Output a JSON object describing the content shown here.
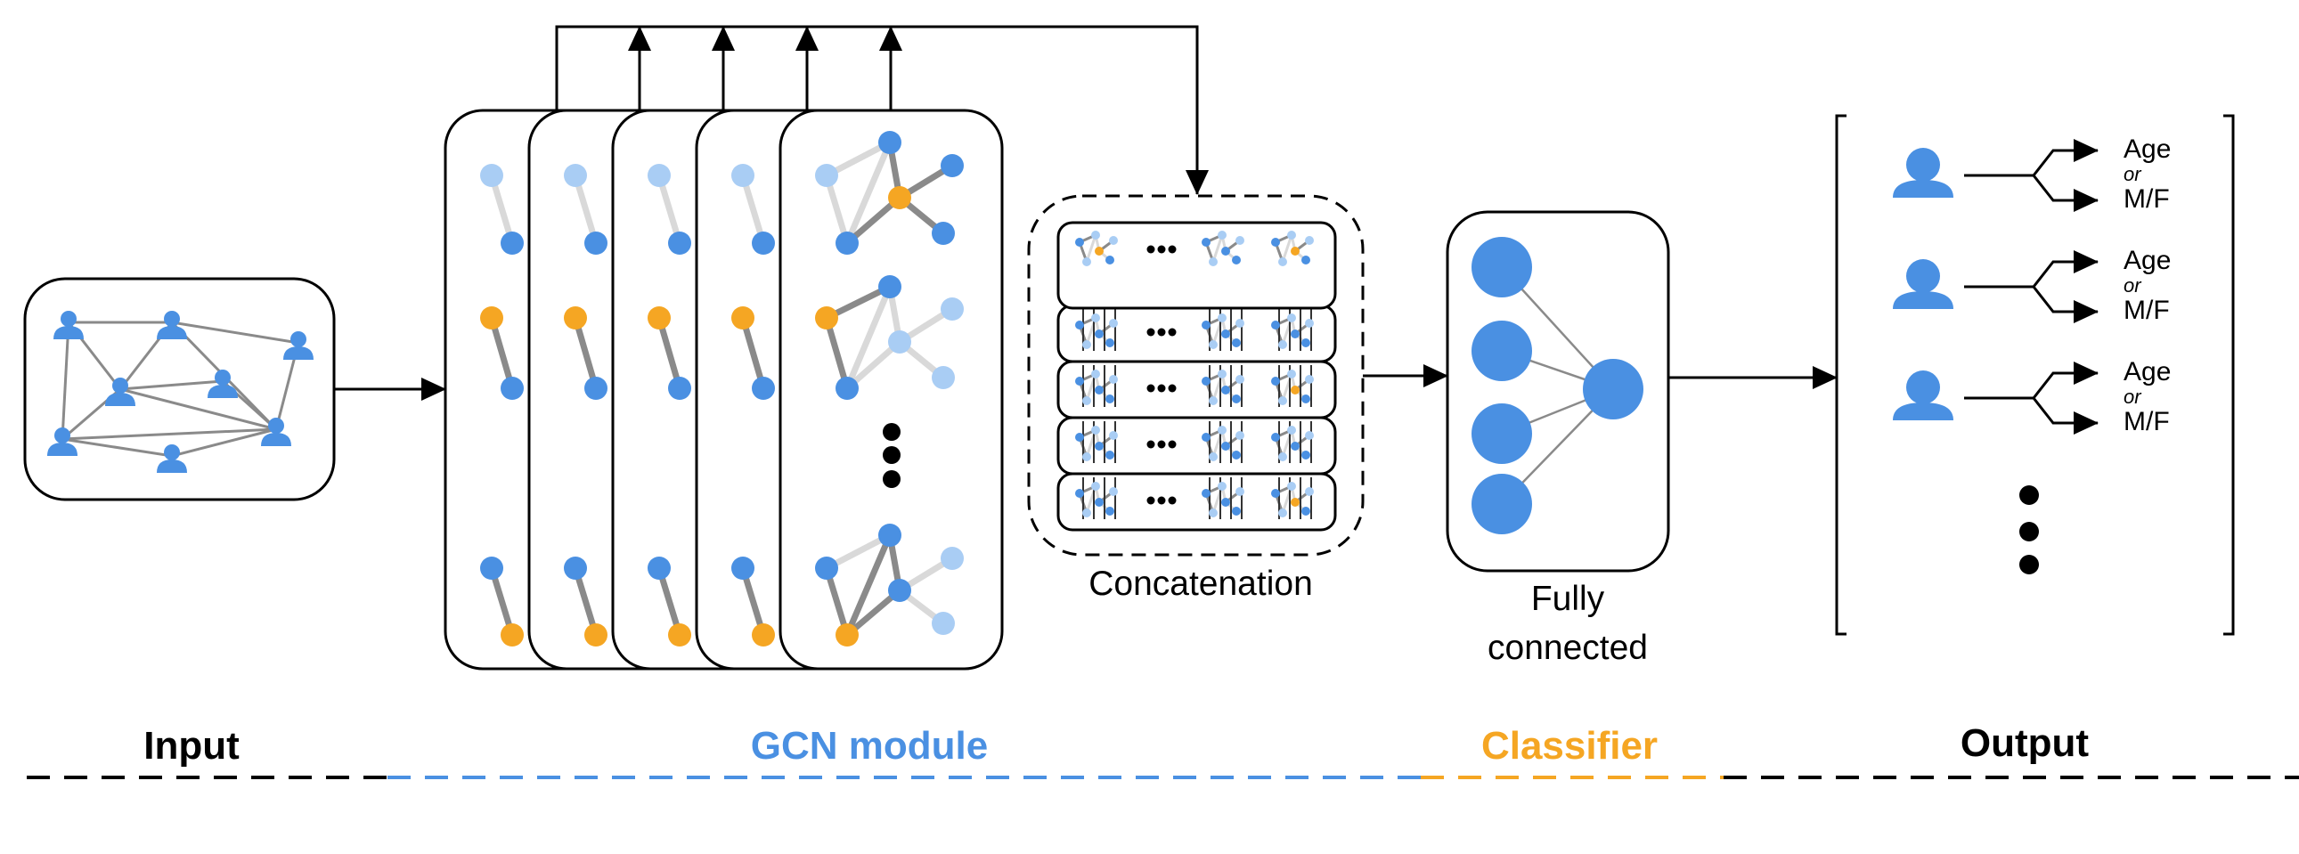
{
  "colors": {
    "blue": "#4a90e2",
    "light_blue": "#a9cdf4",
    "orange": "#f5a623",
    "edge_dark": "#8a8a8a",
    "edge_light": "#d9d9d9",
    "stroke": "#000000"
  },
  "labels": {
    "concatenation": "Concatenation",
    "fully_connected_line1": "Fully",
    "fully_connected_line2": "connected",
    "output_age": "Age",
    "output_or": "or",
    "output_mf": "M/F"
  },
  "stages": {
    "input": "Input",
    "gcn_module": "GCN module",
    "classifier": "Classifier",
    "output": "Output"
  },
  "icons": {
    "user": "user-icon",
    "ellipsis": "vertical-ellipsis-icon",
    "dots": "horizontal-ellipsis-icon"
  },
  "output_rows": 3,
  "gcn_stack_layers": 5,
  "concat_stack_layers": 5,
  "fc_input_nodes": 4
}
